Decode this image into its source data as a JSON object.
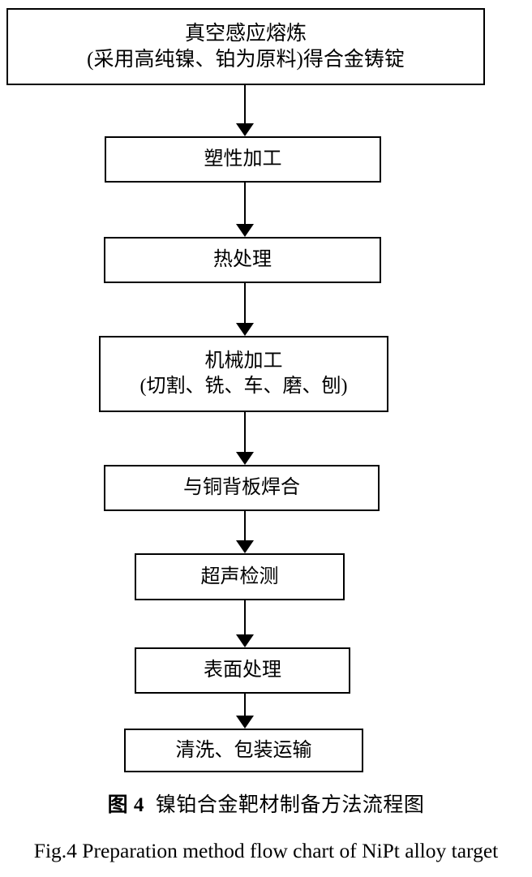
{
  "figure": {
    "type": "flowchart",
    "orientation": "vertical",
    "line_color": "#000000",
    "box_fill": "#ffffff",
    "background": "#ffffff"
  },
  "nodes": [
    {
      "id": "vacuum-induction-melting",
      "lines": [
        "真空感应熔炼",
        "(采用高纯镍、铂为原料)得合金铸锭"
      ]
    },
    {
      "id": "plastic-working",
      "lines": [
        "塑性加工"
      ]
    },
    {
      "id": "heat-treatment",
      "lines": [
        "热处理"
      ]
    },
    {
      "id": "machining",
      "lines": [
        "机械加工",
        "(切割、铣、车、磨、刨)"
      ]
    },
    {
      "id": "bonding-to-copper-backplate",
      "lines": [
        "与铜背板焊合"
      ]
    },
    {
      "id": "ultrasonic-inspection",
      "lines": [
        "超声检测"
      ]
    },
    {
      "id": "surface-treatment",
      "lines": [
        "表面处理"
      ]
    },
    {
      "id": "cleaning-packaging-transport",
      "lines": [
        "清洗、包装运输"
      ]
    }
  ],
  "captions": {
    "chinese": {
      "fig_number": "图 4",
      "text": "镍铂合金靶材制备方法流程图"
    },
    "english": "Fig.4 Preparation method flow chart of NiPt alloy target"
  }
}
